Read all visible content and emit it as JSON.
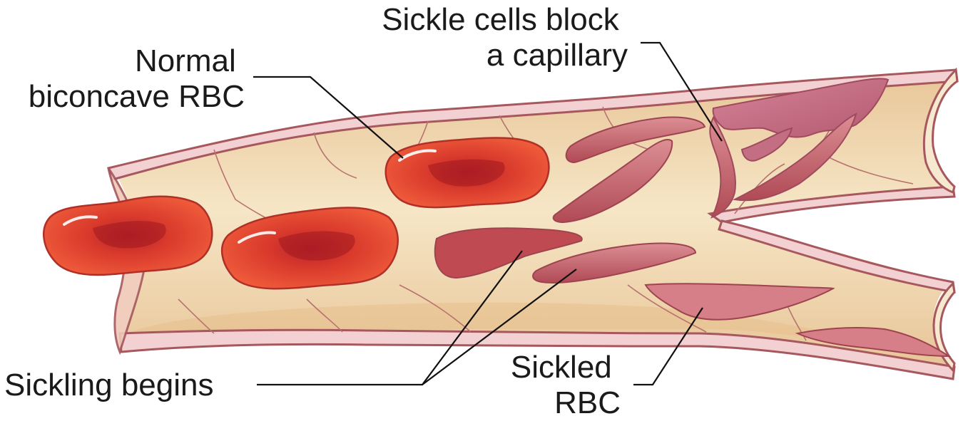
{
  "labels": {
    "normal_rbc": [
      "Normal",
      "biconcave RBC"
    ],
    "sickle_block": [
      "Sickle cells block",
      "a capillary"
    ],
    "sickling_begins": [
      "Sickling begins"
    ],
    "sickled_rbc": [
      "Sickled",
      "RBC"
    ]
  },
  "colors": {
    "vessel_wall": "#f3d0d2",
    "vessel_outline": "#a6585e",
    "lumen": "#f3dfb8",
    "normal_rbc": "#e4432c",
    "sickle_cell": "#c85a63",
    "sickle_cell_light": "#d98a90"
  }
}
